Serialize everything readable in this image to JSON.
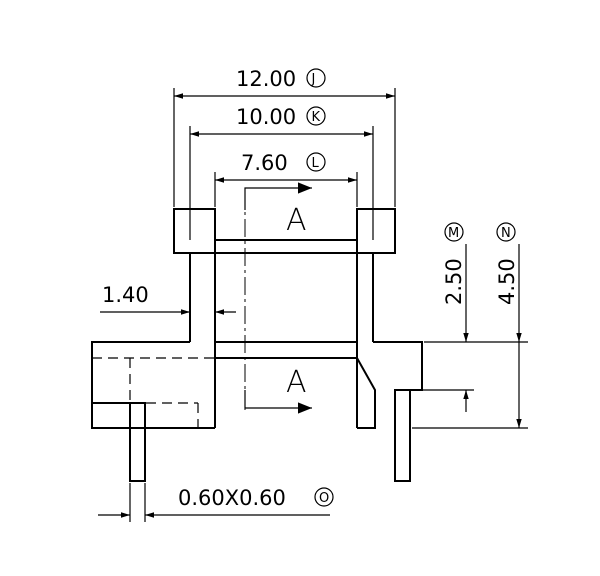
{
  "dimensions": {
    "overall_width": {
      "value": "12.00",
      "marker": "J"
    },
    "inner_width": {
      "value": "10.00",
      "marker": "K"
    },
    "core_width": {
      "value": "7.60",
      "marker": "L"
    },
    "wall_thickness": {
      "value": "1.40"
    },
    "flange_height": {
      "value": "2.50",
      "marker": "M"
    },
    "pin_height": {
      "value": "4.50",
      "marker": "N"
    },
    "pin_section": {
      "value": "0.60X0.60",
      "marker": "O"
    }
  },
  "section": {
    "label_top": "A",
    "label_bottom": "A"
  }
}
